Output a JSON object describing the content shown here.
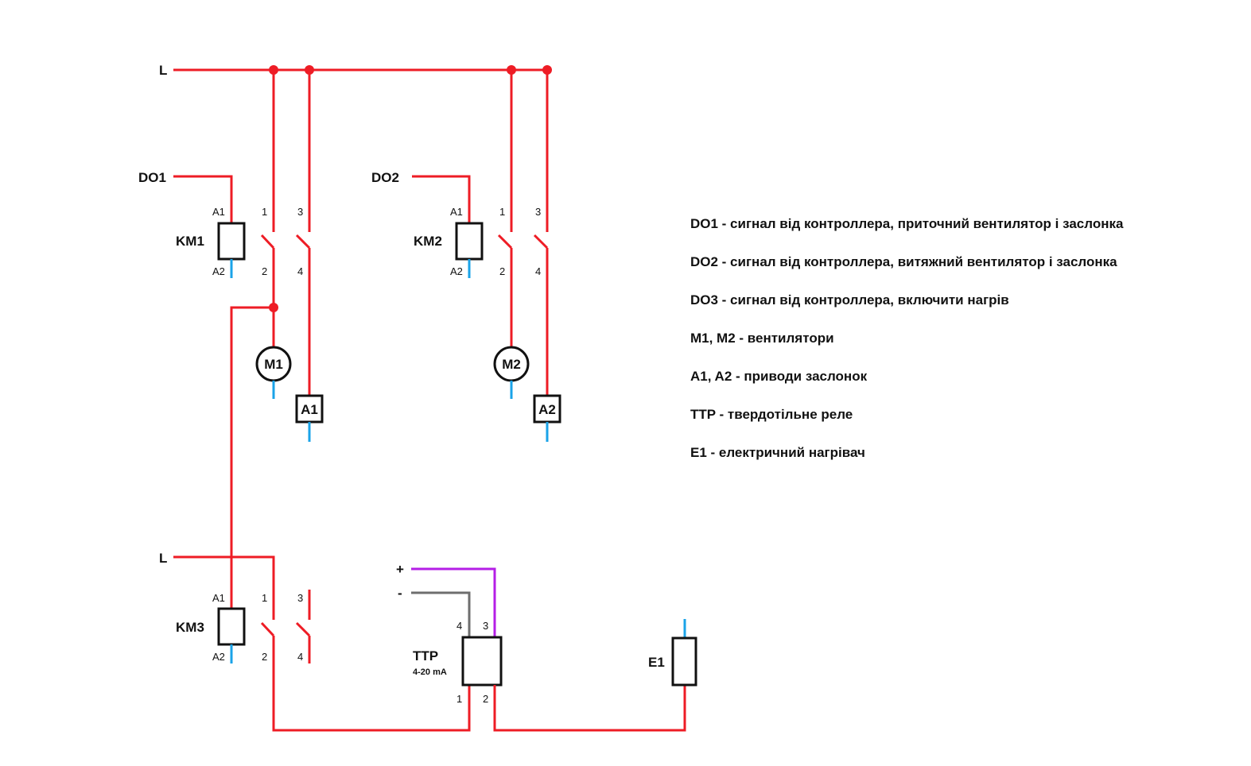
{
  "labels": {
    "l_top": "L",
    "l_bottom": "L",
    "do1": "DO1",
    "do2": "DO2",
    "km1": "KM1",
    "km2": "KM2",
    "km3": "KM3",
    "m1": "M1",
    "m2": "M2",
    "a1_box": "A1",
    "a2_box": "A2",
    "ttp": "TTP",
    "ttp_range": "4-20 mA",
    "e1": "E1",
    "plus": "+",
    "minus": "-",
    "pin_a1": "A1",
    "pin_a2": "A2",
    "pin_1": "1",
    "pin_2": "2",
    "pin_3": "3",
    "pin_4": "4"
  },
  "legend": [
    "DO1 - сигнал від контроллера, приточний вентилятор і заслонка",
    "DO2 - сигнал від контроллера, витяжний вентилятор і заслонка",
    "DO3 - сигнал від контроллера, включити нагрів",
    "M1, M2 - вентилятори",
    "A1, A2 - приводи заслонок",
    "TTP - твердотільне реле",
    "E1 - електричний нагрівач"
  ],
  "colors": {
    "phase": "#ee1c25",
    "neutral": "#1aa3e8",
    "signal_plus": "#b41ee6",
    "signal_minus": "#6e6e6e"
  }
}
